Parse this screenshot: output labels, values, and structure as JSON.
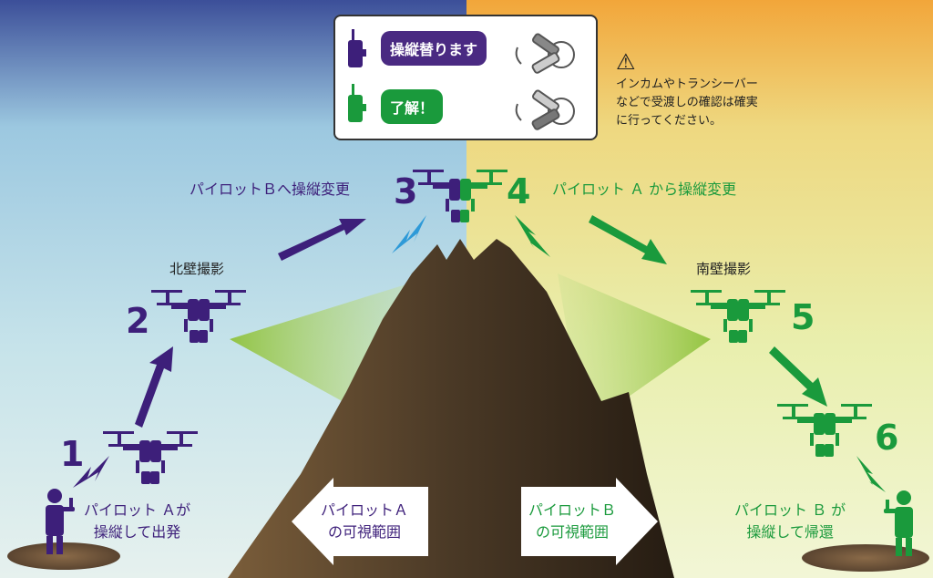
{
  "legend": {
    "bubble_1": "操縦替ります",
    "bubble_2": "了解！"
  },
  "warning": {
    "line_1": "インカムやトランシーバー",
    "line_2": "などで受渡しの確認は確実",
    "line_3": "に行ってください。"
  },
  "steps": {
    "n1": "1",
    "n2": "2",
    "n3": "3",
    "n4": "4",
    "n5": "5",
    "n6": "6"
  },
  "labels": {
    "to_pilot_b": "パイロットＢへ操縦変更",
    "from_pilot_a": "パイロット Ａ から操縦変更",
    "north_wall": "北壁撮影",
    "south_wall": "南壁撮影",
    "pilot_a_line1": "パイロット Ａが",
    "pilot_a_line2": "操縦して出発",
    "pilot_b_line1": "パイロット Ｂ が",
    "pilot_b_line2": "操縦して帰還",
    "view_a_line1": "パイロットＡ",
    "view_a_line2": "の可視範囲",
    "view_b_line1": "パイロットＢ",
    "view_b_line2": "の可視範囲"
  },
  "colors": {
    "pilot_a": "#3d1f7a",
    "pilot_b": "#1a9a3c",
    "mountain": "#4a3a2a",
    "sky_left": "#b9dcea",
    "sky_right": "#eaf0b0"
  }
}
